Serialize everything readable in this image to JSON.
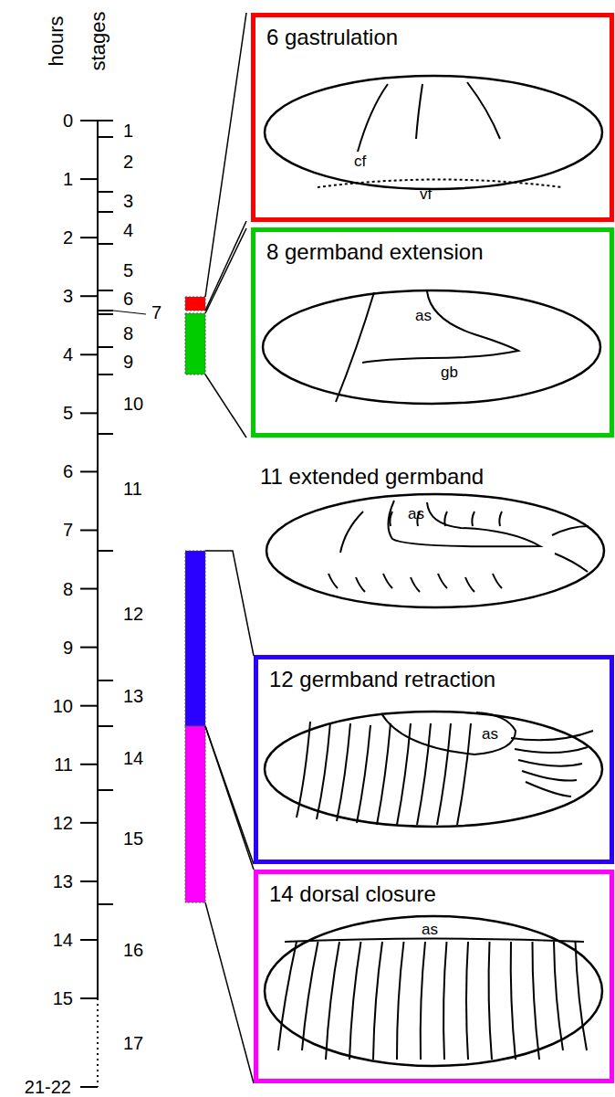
{
  "diagram": {
    "nodes": [
      {
        "text": [
          "6 gastrulation"
        ]
      },
      {
        "text": [
          "8 germband extension"
        ]
      },
      {
        "text": [
          "12 germband retraction"
        ]
      },
      {
        "text": [
          "14 dorsal closure"
        ]
      }
    ],
    "labels": [
      "hours",
      "stages",
      "0",
      "1",
      "2",
      "3",
      "4",
      "5",
      "6",
      "7",
      "8",
      "9",
      "10",
      "11",
      "12",
      "13",
      "14",
      "15",
      "21-22",
      "1",
      "2",
      "3",
      "4",
      "5",
      "6",
      "7",
      "8",
      "9",
      "10",
      "11",
      "12",
      "13",
      "14",
      "15",
      "16",
      "17",
      "11 extended germband",
      "cf",
      "vf",
      "as",
      "gb",
      "as",
      "as",
      "as"
    ]
  }
}
